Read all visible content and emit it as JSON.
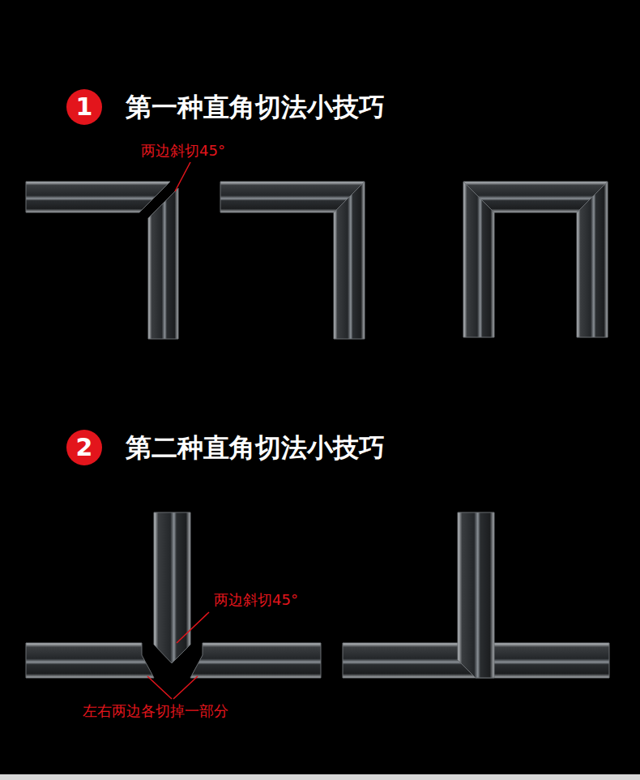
{
  "diagram": {
    "nodes": [
      {
        "text": [
          "1"
        ]
      },
      {
        "text": [
          "2"
        ]
      }
    ],
    "labels": [
      "第一种直角切法小技巧",
      "两边斜切45°",
      "第二种直角切法小技巧",
      "两边斜切45°",
      "左右两边各切掉一部分"
    ]
  }
}
